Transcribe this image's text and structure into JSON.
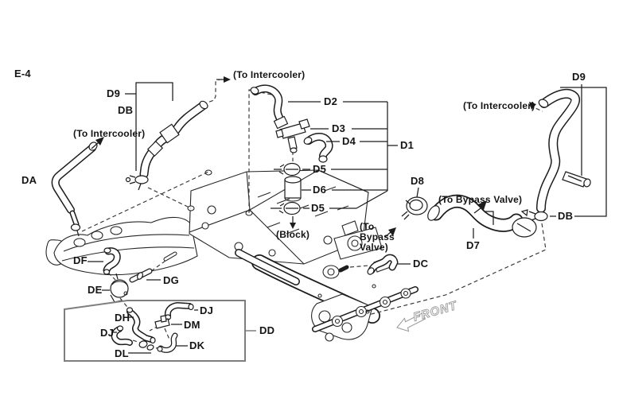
{
  "diagram": {
    "page_code": "E-4",
    "callouts": {
      "d1": "D1",
      "d2": "D2",
      "d3": "D3",
      "d4": "D4",
      "d5": "D5",
      "d6": "D6",
      "d7": "D7",
      "d8": "D8",
      "d9": "D9",
      "da": "DA",
      "db": "DB",
      "dc": "DC",
      "dd": "DD",
      "de": "DE",
      "df": "DF",
      "dg": "DG",
      "dh": "DH",
      "dj": "DJ",
      "dk": "DK",
      "dl": "DL",
      "dm": "DM"
    },
    "notes": {
      "to_intercooler": "(To Intercooler)",
      "to_bypass_valve": "(To Bypass Valve)",
      "to_bypass_valve_line1": "(To",
      "to_bypass_valve_line2": "Bypass",
      "to_bypass_valve_line3": "Valve)",
      "block": "(Block)",
      "front": "FRONT"
    },
    "colors": {
      "line": "#1c1c1c",
      "box_gray": "#7e7e7e",
      "front_outline_gray": "#999999",
      "background": "#ffffff"
    }
  }
}
